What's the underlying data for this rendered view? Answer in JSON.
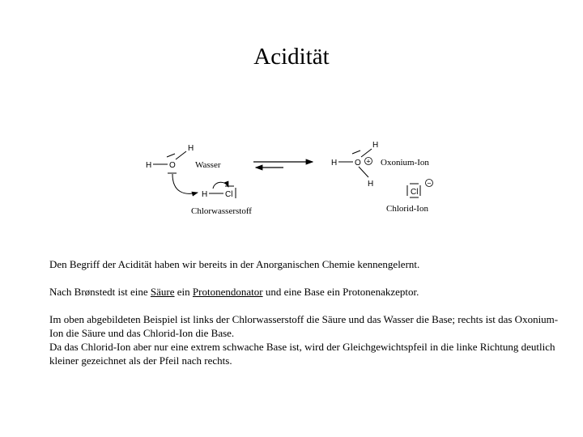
{
  "slide": {
    "title": "Acidität"
  },
  "scheme": {
    "left": {
      "h_top": "H",
      "h_left": "H",
      "oxygen": "O",
      "water_label": "Wasser",
      "h_hcl": "H",
      "chlorine": "Cl",
      "hcl_label": "Chlorwasserstoff"
    },
    "right": {
      "h_top": "H",
      "h_left": "H",
      "oxygen": "O",
      "plus_charge": "+",
      "h_bottom": "H",
      "oxonium_label": "Oxonium-Ion",
      "chlorine": "Cl",
      "minus_charge": "−",
      "chloride_label": "Chlorid-Ion"
    }
  },
  "text": {
    "p1": "Den Begriff der Acidität haben wir bereits in der Anorganischen Chemie kennengelernt.",
    "p2": {
      "before": "Nach Brønstedt ist eine ",
      "link1": "Säure",
      "mid": " ein ",
      "link2": "Protonendonator",
      "after": " und eine Base ein Protonenakzeptor."
    },
    "p3": "Im oben abgebildeten Beispiel ist links der Chlorwasserstoff die Säure und das Wasser die Base; rechts ist das Oxonium-Ion die Säure und das Chlorid-Ion die Base.",
    "p4": "Da das Chlorid-Ion aber nur eine extrem schwache Base ist, wird der Gleichgewichtspfeil in die linke Richtung deutlich kleiner gezeichnet als der Pfeil nach rechts."
  }
}
